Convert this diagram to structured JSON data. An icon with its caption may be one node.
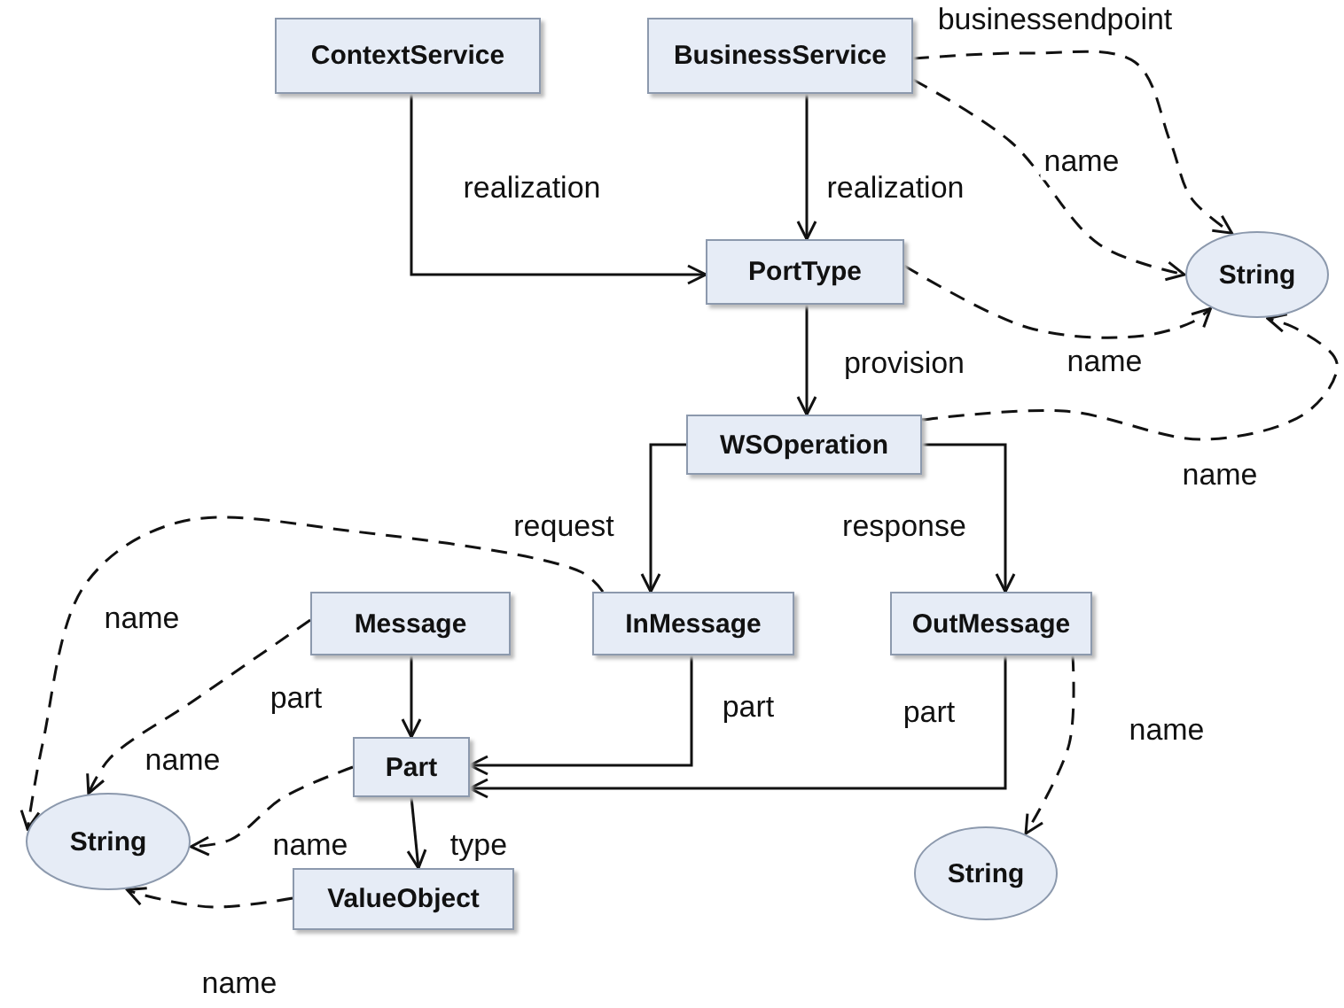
{
  "diagram": {
    "nodes": [
      {
        "text": [
          "ContextService"
        ]
      },
      {
        "text": [
          "BusinessService"
        ]
      },
      {
        "text": [
          "PortType"
        ]
      },
      {
        "text": [
          "String"
        ]
      },
      {
        "text": [
          "WSOperation"
        ]
      },
      {
        "text": [
          "Message"
        ]
      },
      {
        "text": [
          "InMessage"
        ]
      },
      {
        "text": [
          "OutMessage"
        ]
      },
      {
        "text": [
          "Part"
        ]
      },
      {
        "text": [
          "String"
        ]
      },
      {
        "text": [
          "ValueObject"
        ]
      },
      {
        "text": [
          "String"
        ]
      }
    ],
    "edges": [
      {
        "from": 0,
        "to": 2,
        "arrow": "to",
        "label": "realization"
      },
      {
        "from": 1,
        "to": 2,
        "arrow": "to",
        "label": "realization"
      },
      {
        "from": 1,
        "to": 3,
        "arrow": "to",
        "label": "businessendpoint",
        "style": "dashed"
      },
      {
        "from": 1,
        "to": 3,
        "arrow": "to",
        "label": "name",
        "style": "dashed"
      },
      {
        "from": 2,
        "to": 3,
        "arrow": "to",
        "label": "name",
        "style": "dashed"
      },
      {
        "from": 4,
        "to": 3,
        "arrow": "to",
        "label": "name",
        "style": "dashed"
      },
      {
        "from": 2,
        "to": 4,
        "arrow": "to",
        "label": "provision"
      },
      {
        "from": 4,
        "to": 6,
        "arrow": "to",
        "label": "request"
      },
      {
        "from": 4,
        "to": 7,
        "arrow": "to",
        "label": "response"
      },
      {
        "from": 6,
        "to": 9,
        "arrow": "to",
        "label": "name",
        "style": "dashed"
      },
      {
        "from": 5,
        "to": 9,
        "arrow": "to",
        "label": "name",
        "style": "dashed"
      },
      {
        "from": 5,
        "to": 8,
        "arrow": "to",
        "label": "part"
      },
      {
        "from": 6,
        "to": 8,
        "arrow": "to",
        "label": "part"
      },
      {
        "from": 7,
        "to": 8,
        "arrow": "to",
        "label": "part"
      },
      {
        "from": 8,
        "to": 9,
        "arrow": "to",
        "label": "name",
        "style": "dashed"
      },
      {
        "from": 8,
        "to": 10,
        "arrow": "to",
        "label": "type"
      },
      {
        "from": 10,
        "to": 9,
        "arrow": "to",
        "label": "name",
        "style": "dashed"
      },
      {
        "from": 7,
        "to": 11,
        "arrow": "to",
        "label": "name",
        "style": "dashed"
      }
    ]
  }
}
